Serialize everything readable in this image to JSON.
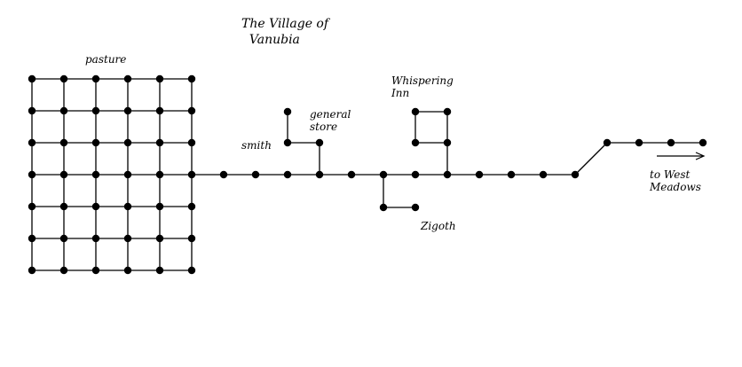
{
  "title": "The Village of\n  Vanubia",
  "labels": {
    "pasture": "pasture",
    "smith": "smith",
    "general_store": "general\nstore",
    "whispering_inn": "Whispering\nInn",
    "zigoth": "Zigoth",
    "west_meadows": "to West\nMeadows"
  },
  "colors": {
    "ink": "#000000",
    "background": "#ffffff"
  }
}
